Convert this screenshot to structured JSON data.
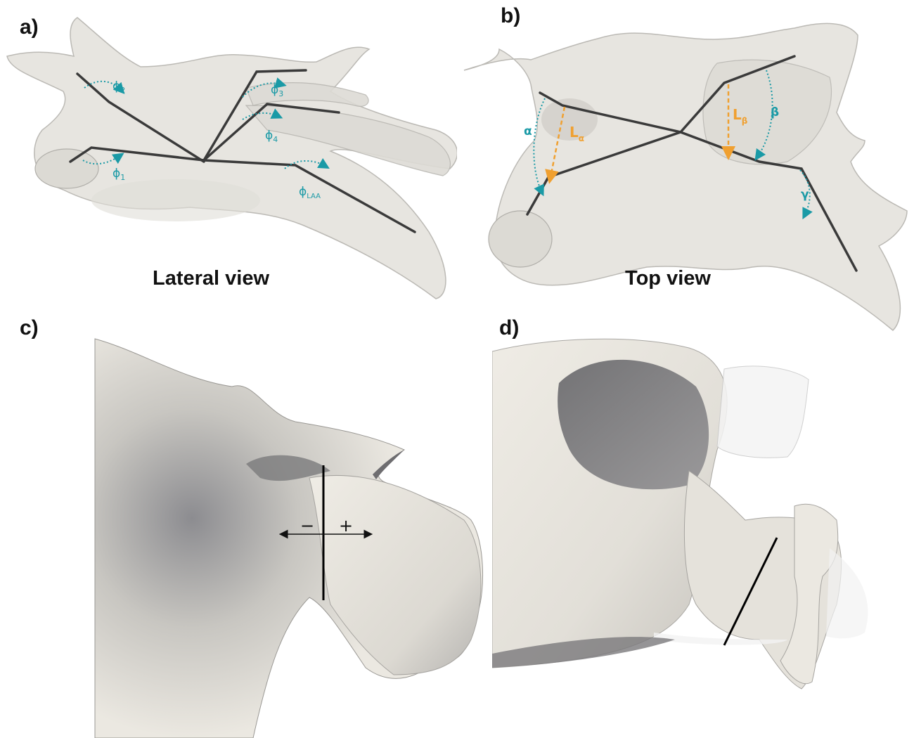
{
  "panels": {
    "a": {
      "label": "a)",
      "caption": "Lateral view",
      "angles": {
        "phi1": "ϕ",
        "phi1_sub": "1",
        "phi2": "ϕ",
        "phi2_sub": "2",
        "phi3": "ϕ",
        "phi3_sub": "3",
        "phi4": "ϕ",
        "phi4_sub": "4",
        "phiLAA": "ϕ",
        "phiLAA_sub": "LAA"
      }
    },
    "b": {
      "label": "b)",
      "caption": "Top view",
      "angles": {
        "alpha": "α",
        "beta": "β",
        "gamma": "γ",
        "L_alpha": "L",
        "L_alpha_sub": "α",
        "L_beta": "L",
        "L_beta_sub": "β"
      }
    },
    "c": {
      "label": "c)",
      "minus": "−",
      "plus": "+"
    },
    "d": {
      "label": "d)"
    }
  },
  "colors": {
    "mesh_fill": "#e6e4df",
    "mesh_edge": "#b8b6b1",
    "centerline": "#3a3a3a",
    "angle_arrow": "#1a9aa6",
    "length_arrow": "#f0a030",
    "surface": "#ece9e2",
    "surface_shadow": "#8a8a8c"
  }
}
